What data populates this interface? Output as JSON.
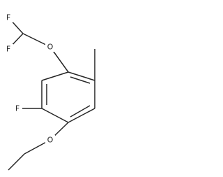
{
  "structure": {
    "atom_labels": {
      "f_top_1": "F",
      "f_top_2": "F",
      "o_top": "O",
      "f_ring": "F",
      "o_bottom": "O"
    },
    "colors": {
      "bond": "#262626",
      "label": "#262626",
      "background": "#ffffff"
    }
  }
}
